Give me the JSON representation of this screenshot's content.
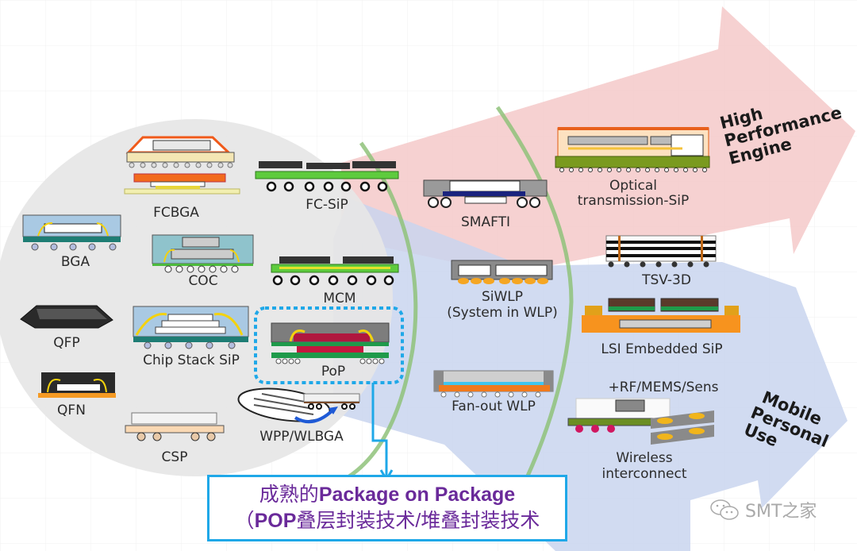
{
  "diagram": {
    "title_context": "SiP packaging evolution",
    "colors": {
      "high_performance_arrow": "#f4c9c9",
      "mobile_arrow": "#c9d5ee",
      "generation_arc": "#8fc27a",
      "legacy_circle": "#e6e6e6",
      "highlight": "#1fa8e8",
      "callout_text": "#6a2a9a"
    },
    "categories": {
      "high_performance": [
        "High",
        "Performance",
        "Engine"
      ],
      "mobile": [
        "Mobile",
        "Personal",
        "Use"
      ]
    },
    "packages": {
      "fcbga": "FCBGA",
      "bga": "BGA",
      "coc": "COC",
      "qfp": "QFP",
      "chip_stack_sip": "Chip Stack SiP",
      "qfn": "QFN",
      "csp": "CSP",
      "fc_sip": "FC-SiP",
      "mcm": "MCM",
      "pop": "PoP",
      "wpp_wlbga": "WPP/WLBGA",
      "smafti": "SMAFTI",
      "siwlp": [
        "SiWLP",
        "(System in WLP)"
      ],
      "fan_out_wlp": "Fan-out WLP",
      "optical_sip": [
        "Optical",
        "transmission-SiP"
      ],
      "tsv_3d": "TSV-3D",
      "lsi_embedded_sip": "LSI Embedded SiP",
      "rf_mems": "+RF/MEMS/Sens",
      "wireless": [
        "Wireless",
        "interconnect"
      ]
    },
    "callout": {
      "line1_prefix": "成熟的",
      "line1_bold": "Package on Package",
      "line2_prefix": "（",
      "line2_bold": "POP",
      "line2_rest": "叠层封装技术/堆叠封装技术"
    },
    "watermark": {
      "icon": "wechat-icon",
      "text": "SMT之家"
    }
  }
}
